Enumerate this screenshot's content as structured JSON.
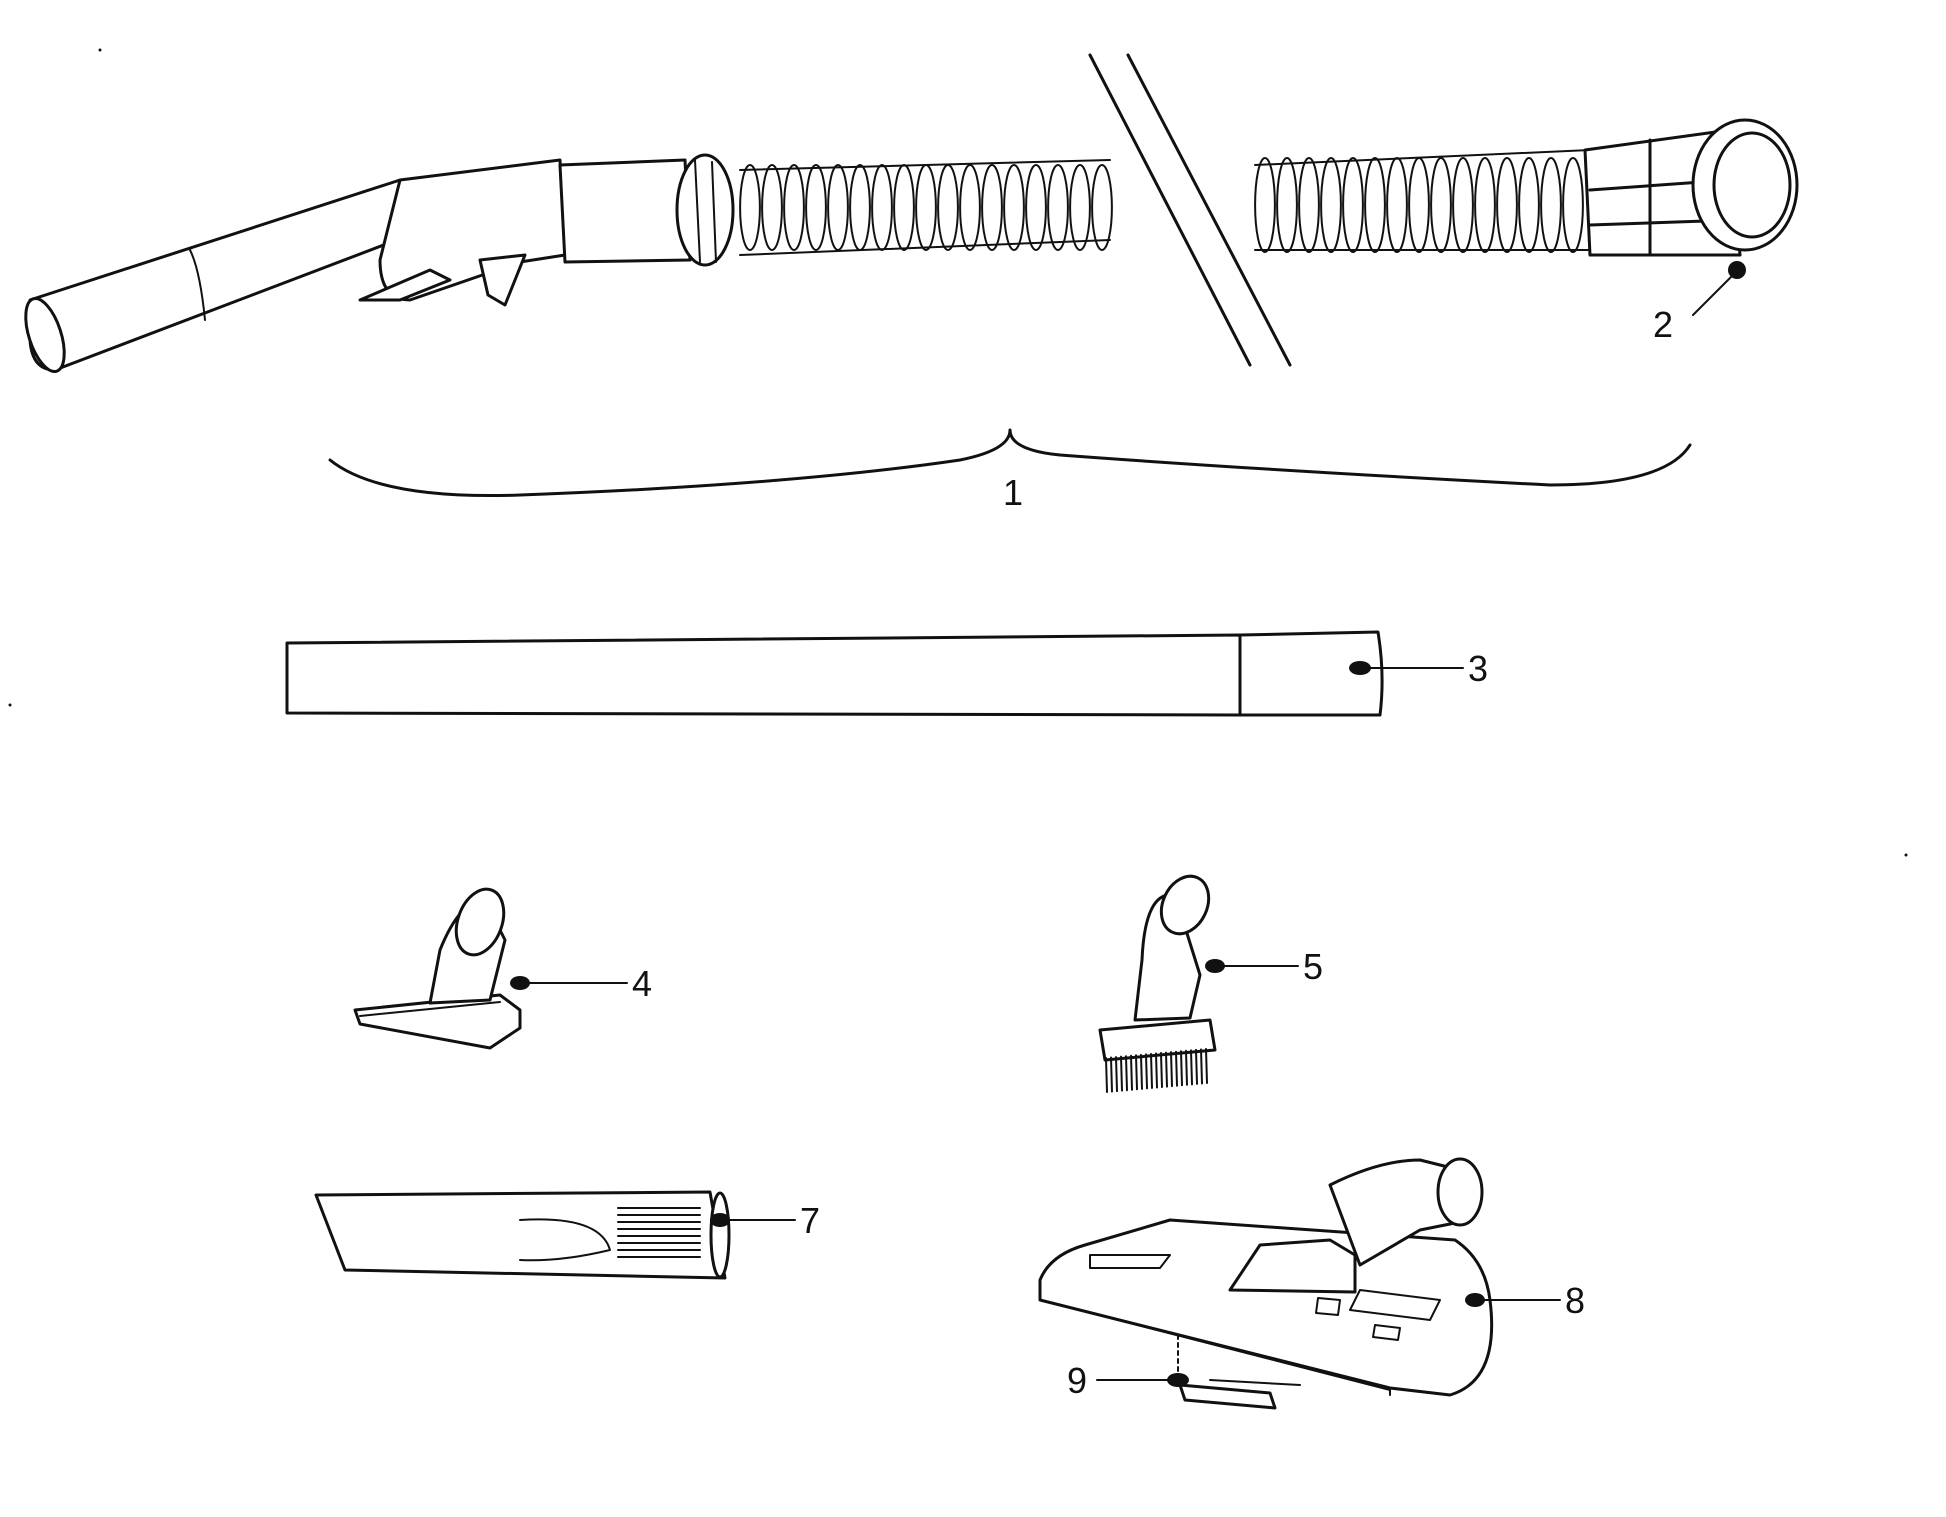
{
  "parts": [
    {
      "id": "hose-assembly",
      "number": "1"
    },
    {
      "id": "hose-end-fitting",
      "number": "2"
    },
    {
      "id": "extension-wand",
      "number": "3"
    },
    {
      "id": "upholstery-nozzle",
      "number": "4"
    },
    {
      "id": "dusting-brush",
      "number": "5"
    },
    {
      "id": "crevice-tool",
      "number": "7"
    },
    {
      "id": "floor-nozzle",
      "number": "8"
    },
    {
      "id": "floor-nozzle-pad",
      "number": "9"
    }
  ],
  "colors": {
    "ink": "#111111",
    "paper": "#ffffff"
  }
}
